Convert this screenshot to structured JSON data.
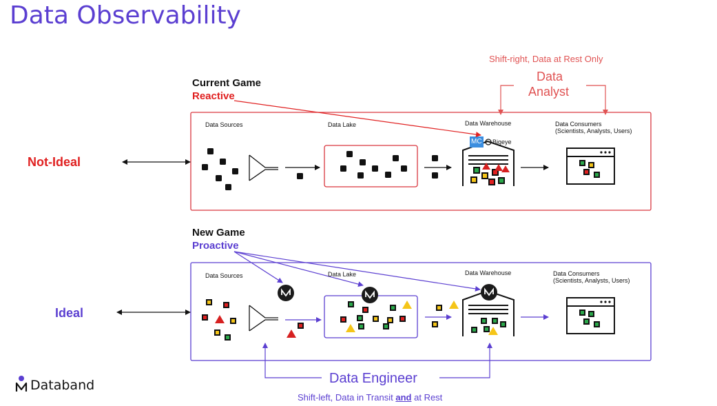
{
  "title": "Data Observability",
  "top": {
    "annotation": "Shift-right, Data at Rest Only",
    "role_line1": "Data",
    "role_line2": "Analyst",
    "game_label": "Current Game",
    "mode_label": "Reactive",
    "row_label": "Not-Ideal",
    "stages": {
      "sources": "Data Sources",
      "lake": "Data Lake",
      "warehouse": "Data Warehouse",
      "consumers_line1": "Data Consumers",
      "consumers_line2": "(Scientists, Analysts, Users)"
    },
    "tools": {
      "mc": "MC",
      "bigeye": "Bigeye"
    }
  },
  "bottom": {
    "game_label": "New Game",
    "mode_label": "Proactive",
    "row_label": "Ideal",
    "stages": {
      "sources": "Data Sources",
      "lake": "Data Lake",
      "warehouse": "Data Warehouse",
      "consumers_line1": "Data Consumers",
      "consumers_line2": "(Scientists, Analysts, Users)"
    },
    "role": "Data Engineer",
    "annotation_prefix": "Shift-left, Data in Transit",
    "annotation_and": "and",
    "annotation_suffix": "at Rest"
  },
  "brand": {
    "name": "Databand"
  },
  "colors": {
    "accent_purple": "#5b3fd1",
    "reactive_red": "#e02020",
    "annotation_red": "#e05252",
    "box_red": "#d9363e",
    "warning_yellow": "#f5c518",
    "status_green": "#2aa84a"
  }
}
